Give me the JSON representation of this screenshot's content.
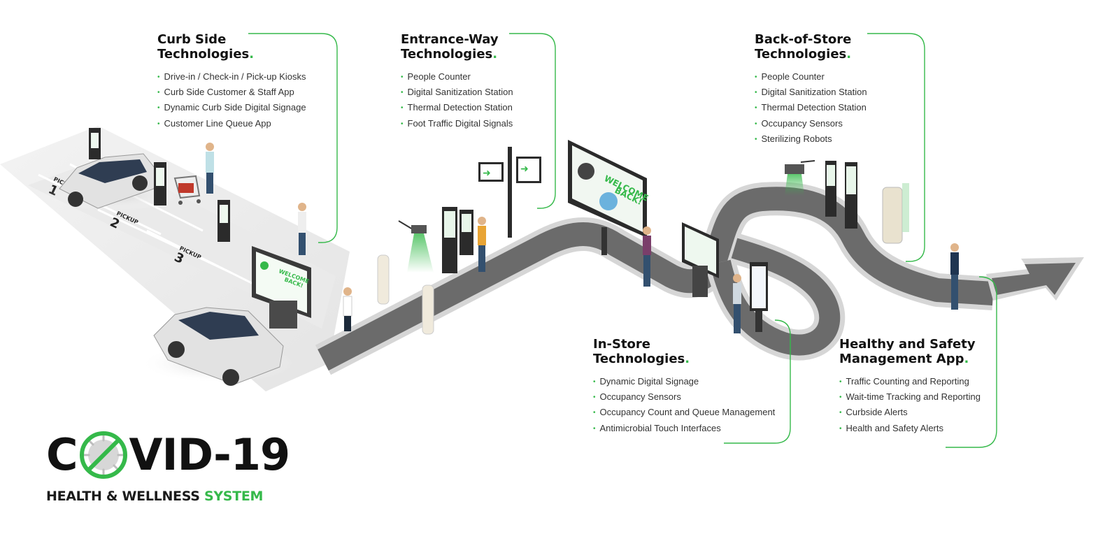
{
  "colors": {
    "accent": "#35b94a",
    "road": "#6b6b6b",
    "text": "#111111"
  },
  "sections": {
    "curbside": {
      "title_line1": "Curb Side",
      "title_line2": "Technologies",
      "items": [
        "Drive-in / Check-in / Pick-up Kiosks",
        "Curb Side Customer & Staff App",
        "Dynamic Curb Side Digital Signage",
        "Customer Line Queue App"
      ]
    },
    "entrance": {
      "title_line1": "Entrance-Way",
      "title_line2": "Technologies",
      "items": [
        "People Counter",
        "Digital Sanitization Station",
        "Thermal Detection Station",
        "Foot Traffic Digital Signals"
      ]
    },
    "backofstore": {
      "title_line1": "Back-of-Store",
      "title_line2": "Technologies",
      "items": [
        "People Counter",
        "Digital Sanitization Station",
        "Thermal Detection Station",
        "Occupancy Sensors",
        "Sterilizing Robots"
      ]
    },
    "instore": {
      "title_line1": "In-Store",
      "title_line2": "Technologies",
      "items": [
        "Dynamic Digital Signage",
        "Occupancy Sensors",
        "Occupancy Count and Queue Management",
        "Antimicrobial Touch Interfaces"
      ]
    },
    "healthapp": {
      "title_line1": "Healthy and Safety",
      "title_line2": "Management App",
      "items": [
        "Traffic Counting and Reporting",
        "Wait-time Tracking and Reporting",
        "Curbside Alerts",
        "Health and Safety Alerts"
      ]
    }
  },
  "title_dot": ".",
  "bullet": "•",
  "parking": {
    "spot1": "1",
    "spot2": "2",
    "spot3": "3",
    "label": "PICKUP"
  },
  "signage": {
    "welcome": "WELCOME",
    "back": "BACK!"
  },
  "logo": {
    "left": "C",
    "right": "VID-19",
    "subtitle_main": "HEALTH & WELLNESS ",
    "subtitle_accent": "SYSTEM"
  }
}
